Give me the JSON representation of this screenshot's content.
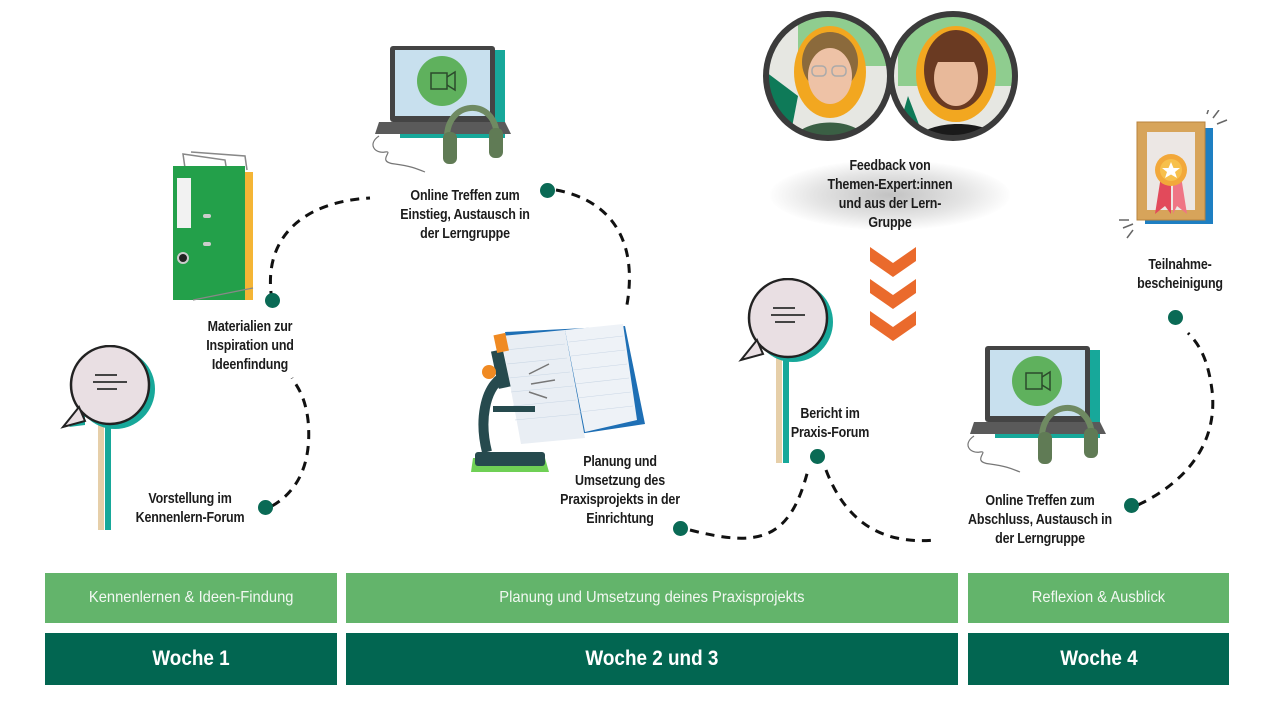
{
  "colors": {
    "phase_bar": "#63b46b",
    "week_bar": "#026651",
    "milestone_dot": "#0a6a55",
    "path_dash": "#111111",
    "chevron": "#ea6a2c",
    "bubble_fill": "#e9dfe3",
    "bubble_shadow": "#17a89a"
  },
  "milestones": [
    {
      "id": "vorstellung",
      "lines": [
        "Vorstellung im",
        "Kennenlern-Forum"
      ],
      "icon": "speech-bubble-sign-icon"
    },
    {
      "id": "materialien",
      "lines": [
        "Materialien zur",
        "Inspiration und",
        "Ideenfindung"
      ],
      "icon": "binder-icon"
    },
    {
      "id": "online-einstieg",
      "lines": [
        "Online Treffen zum",
        "Einstieg, Austausch in",
        "der Lerngruppe"
      ],
      "icon": "laptop-video-call-icon"
    },
    {
      "id": "planung",
      "lines": [
        "Planung und",
        "Umsetzung des",
        "Praxisprojekts in der",
        "Einrichtung"
      ],
      "icon": "microscope-notebook-icon"
    },
    {
      "id": "bericht",
      "lines": [
        "Bericht im",
        "Praxis-Forum"
      ],
      "icon": "speech-bubble-sign-icon"
    },
    {
      "id": "feedback",
      "lines": [
        "Feedback von",
        "Themen-Expert:innen",
        "und aus der Lern-",
        "Gruppe"
      ],
      "icon": "expert-avatars-icon"
    },
    {
      "id": "online-abschluss",
      "lines": [
        "Online Treffen zum",
        "Abschluss, Austausch in",
        "der Lerngruppe"
      ],
      "icon": "laptop-video-call-icon"
    },
    {
      "id": "teilnahme",
      "lines": [
        "Teilnahme-",
        "bescheinigung"
      ],
      "icon": "certificate-icon"
    }
  ],
  "phases": [
    {
      "label": "Kennenlernen & Ideen-Findung",
      "week": "Woche 1"
    },
    {
      "label": "Planung und Umsetzung deines Praxisprojekts",
      "week": "Woche 2 und 3"
    },
    {
      "label": "Reflexion & Ausblick",
      "week": "Woche 4"
    }
  ]
}
